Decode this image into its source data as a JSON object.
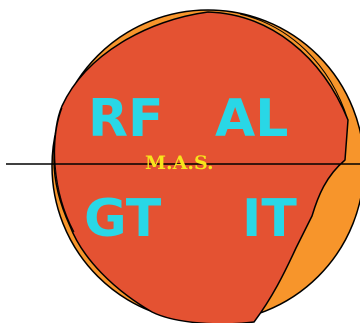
{
  "labels": {
    "top_left": "RF",
    "top_right": "AL",
    "bottom_left": "GT",
    "bottom_right": "IT",
    "center": "M.A.S."
  },
  "colors": {
    "outer_disk": "#f7952b",
    "inner_region": "#e45232",
    "quadrant_text": "#29d7e6",
    "center_text": "#f7e41c",
    "outline": "#000000"
  }
}
